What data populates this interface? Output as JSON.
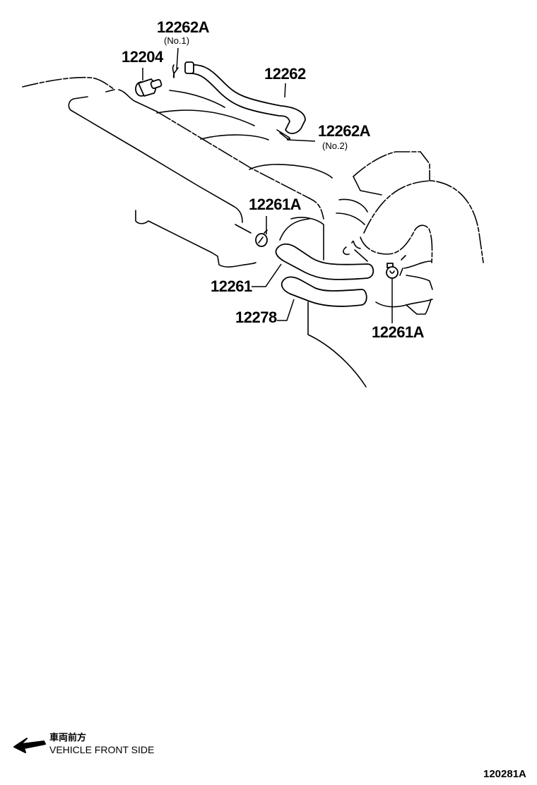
{
  "diagram": {
    "figure_id": "120281A",
    "parts": [
      {
        "number": "12262A",
        "note": "(No.1)",
        "description": "clip no.1"
      },
      {
        "number": "12204",
        "note": "",
        "description": "PCV valve"
      },
      {
        "number": "12262",
        "note": "",
        "description": "ventilation hose"
      },
      {
        "number": "12262A",
        "note": "(No.2)",
        "description": "clip no.2"
      },
      {
        "number": "12261A",
        "note": "",
        "description": "hose clamp (upper)"
      },
      {
        "number": "12261",
        "note": "",
        "description": "ventilation hose"
      },
      {
        "number": "12278",
        "note": "",
        "description": "ventilation hose no.2"
      },
      {
        "number": "12261A",
        "note": "",
        "description": "hose clamp (right)"
      }
    ],
    "legend": {
      "arrow_icon": "front-arrow-icon",
      "japanese": "車両前方",
      "english": "VEHICLE FRONT SIDE"
    }
  }
}
